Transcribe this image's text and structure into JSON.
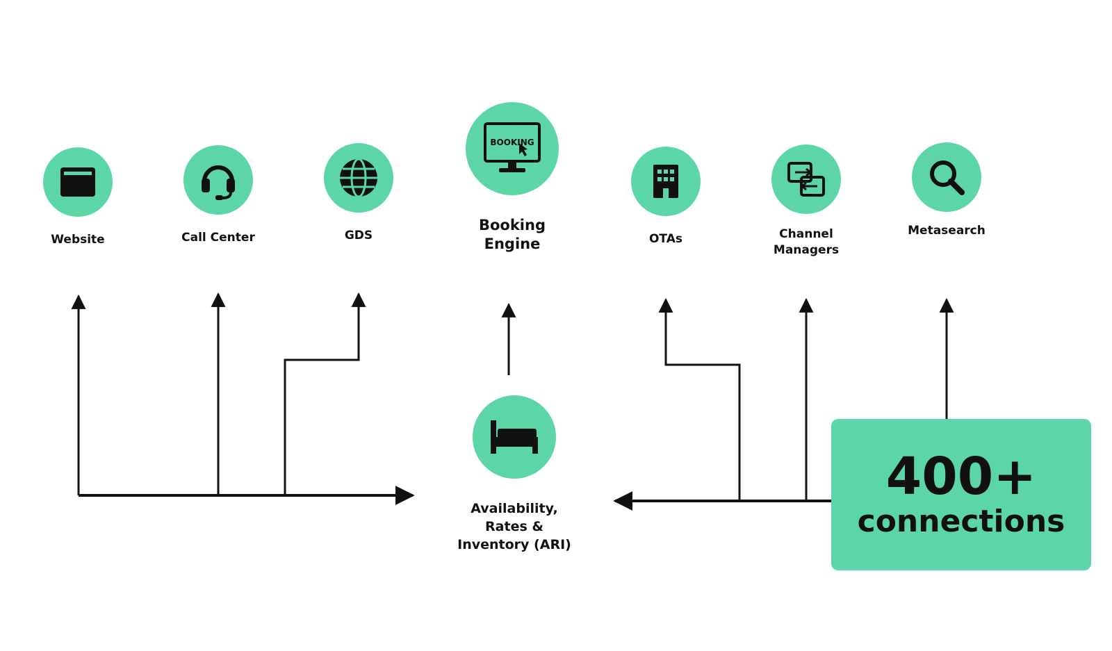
{
  "colors": {
    "accent": "#5cd6a6",
    "ink": "#111111",
    "background": "#ffffff"
  },
  "nodes": {
    "website": {
      "label": "Website",
      "icon": "browser-window-icon"
    },
    "call_center": {
      "label": "Call Center",
      "icon": "headset-icon"
    },
    "gds": {
      "label": "GDS",
      "icon": "globe-icon"
    },
    "booking_engine": {
      "label": "Booking\nEngine",
      "icon": "booking-monitor-icon",
      "icon_text": "BOOKING"
    },
    "otas": {
      "label": "OTAs",
      "icon": "building-icon"
    },
    "channel_managers": {
      "label": "Channel\nManagers",
      "icon": "exchange-arrows-icon"
    },
    "metasearch": {
      "label": "Metasearch",
      "icon": "magnifier-icon"
    },
    "ari": {
      "label": "Availability,\nRates &\nInventory (ARI)",
      "icon": "bed-icon"
    }
  },
  "badge": {
    "number": "400+",
    "text": "connections"
  }
}
